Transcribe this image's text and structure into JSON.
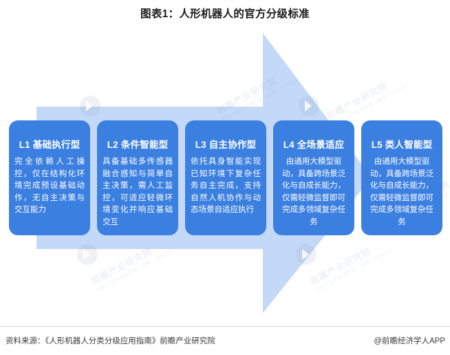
{
  "title": "图表1：人形机器人的官方分级标准",
  "colors": {
    "card_blue": "#3b7fe0",
    "arrow_light_blue": "#c3d9f7",
    "card_text": "#ffffff",
    "title_text": "#1a1a1a",
    "footer_text": "#3a3a3a",
    "divider": "#d9d9d9",
    "background": "#ffffff"
  },
  "levels": [
    {
      "code": "L1",
      "name": "基础执行型",
      "heading": "L1 基础执行型",
      "description": "完全依赖人工操控，仅在结构化环境完成预设基础动作，无自主决策与交互能力",
      "centered": false
    },
    {
      "code": "L2",
      "name": "条件智能型",
      "heading": "L2 条件智能型",
      "description": "具备基础多传感器融合感知与简单自主决策，需人工监控，可适应轻微环境变化并响应基础交互",
      "centered": false
    },
    {
      "code": "L3",
      "name": "自主协作型",
      "heading": "L3 自主协作型",
      "description": "依托具身智能实现已知环境下复杂任务自主完成，支持自然人机协作与动态场景自适应执行",
      "centered": false
    },
    {
      "code": "L4",
      "name": "全场景适应",
      "heading": "L4 全场景适应",
      "description": "由通用大模型驱动，具备跨场景泛化与自成长能力，仅需轻微监督即可完成多领域复杂任务",
      "centered": true
    },
    {
      "code": "L5",
      "name": "类人智能型",
      "heading": "L5 类人智能型",
      "description": "由通用大模型驱动，具备跨场景泛化与自成长能力，仅需轻微监督即可完成多领域复杂任务",
      "centered": true
    }
  ],
  "footer": {
    "source": "资料来源：《人形机器人分类分级应用指南》前瞻产业研究院",
    "credit": "@前瞻经济学人APP"
  },
  "watermark": {
    "brand": "前瞻产业研究院",
    "sub": "中国产业咨询领导者（股票：839599）"
  },
  "chart_data": {
    "type": "diagram",
    "subtype": "ascending-arrow-stage-diagram",
    "title": "图表1：人形机器人的官方分级标准",
    "direction": "left-to-right ascending",
    "stages": [
      {
        "label": "L1 基础执行型",
        "order": 1
      },
      {
        "label": "L2 条件智能型",
        "order": 2
      },
      {
        "label": "L3 自主协作型",
        "order": 3
      },
      {
        "label": "L4 全场景适应",
        "order": 4
      },
      {
        "label": "L5 类人智能型",
        "order": 5
      }
    ],
    "legend": [],
    "annotations": [
      "资料来源：《人形机器人分类分级应用指南》前瞻产业研究院"
    ]
  }
}
